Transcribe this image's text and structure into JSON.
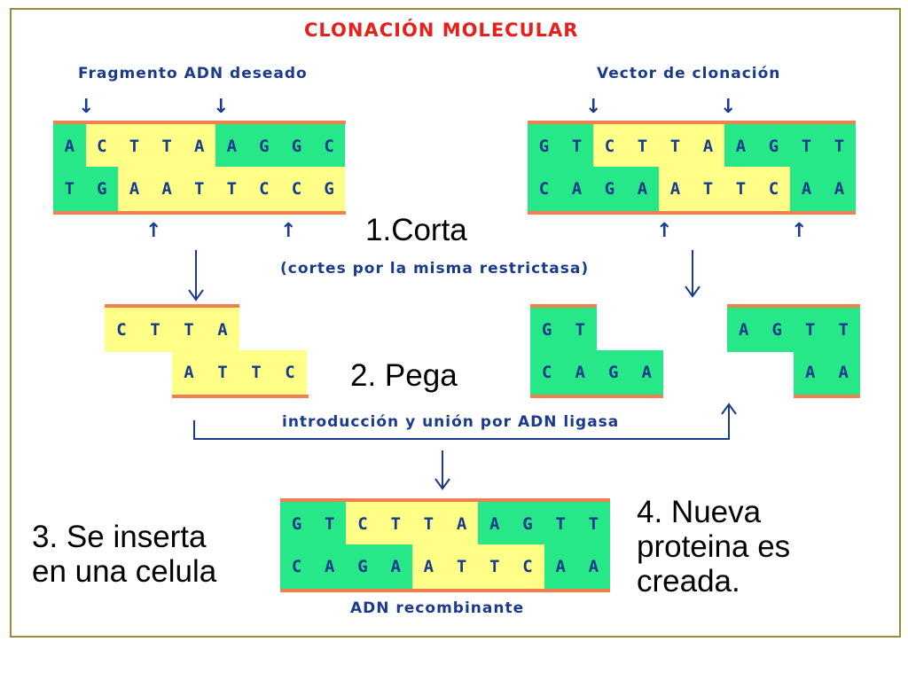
{
  "title": "CLONACIÓN MOLECULAR",
  "labels": {
    "fragment": "Fragmento ADN deseado",
    "vector": "Vector de clonación",
    "cut_note": "(cortes por la misma restrictasa)",
    "ligase_note": "introducción y unión por ADN ligasa",
    "recombinant": "ADN recombinante"
  },
  "steps": {
    "step1": "1.Corta",
    "step2": "2. Pega",
    "step3_line1": "3. Se inserta",
    "step3_line2": "en una celula",
    "step4_line1": "4. Nueva",
    "step4_line2": "proteina es",
    "step4_line3": "creada."
  },
  "fragment": {
    "top": [
      "A",
      "C",
      "T",
      "T",
      "A",
      "A",
      "G",
      "G",
      "C"
    ],
    "bottom": [
      "T",
      "G",
      "A",
      "A",
      "T",
      "T",
      "C",
      "C",
      "G"
    ]
  },
  "vector": {
    "top": [
      "G",
      "T",
      "C",
      "T",
      "T",
      "A",
      "A",
      "G",
      "T",
      "T"
    ],
    "bottom": [
      "C",
      "A",
      "G",
      "A",
      "A",
      "T",
      "T",
      "C",
      "A",
      "A"
    ]
  },
  "cut_fragment": {
    "top": [
      "C",
      "T",
      "T",
      "A"
    ],
    "bottom": [
      "A",
      "T",
      "T",
      "C"
    ]
  },
  "cut_vector_left": {
    "top": [
      "G",
      "T"
    ],
    "bottom": [
      "C",
      "A",
      "G",
      "A"
    ]
  },
  "cut_vector_right": {
    "top": [
      "A",
      "G",
      "T",
      "T"
    ],
    "bottom": [
      "A",
      "A"
    ]
  },
  "recombinant": {
    "top": [
      "G",
      "T",
      "C",
      "T",
      "T",
      "A",
      "A",
      "G",
      "T",
      "T"
    ],
    "bottom": [
      "C",
      "A",
      "G",
      "A",
      "A",
      "T",
      "T",
      "C",
      "A",
      "A"
    ]
  },
  "colors": {
    "green": "#27e888",
    "yellow": "#ffff88",
    "stripe": "#f08050",
    "title": "#e8201c",
    "text_blue": "#1a3a8c",
    "frame": "#9a8a3a"
  }
}
